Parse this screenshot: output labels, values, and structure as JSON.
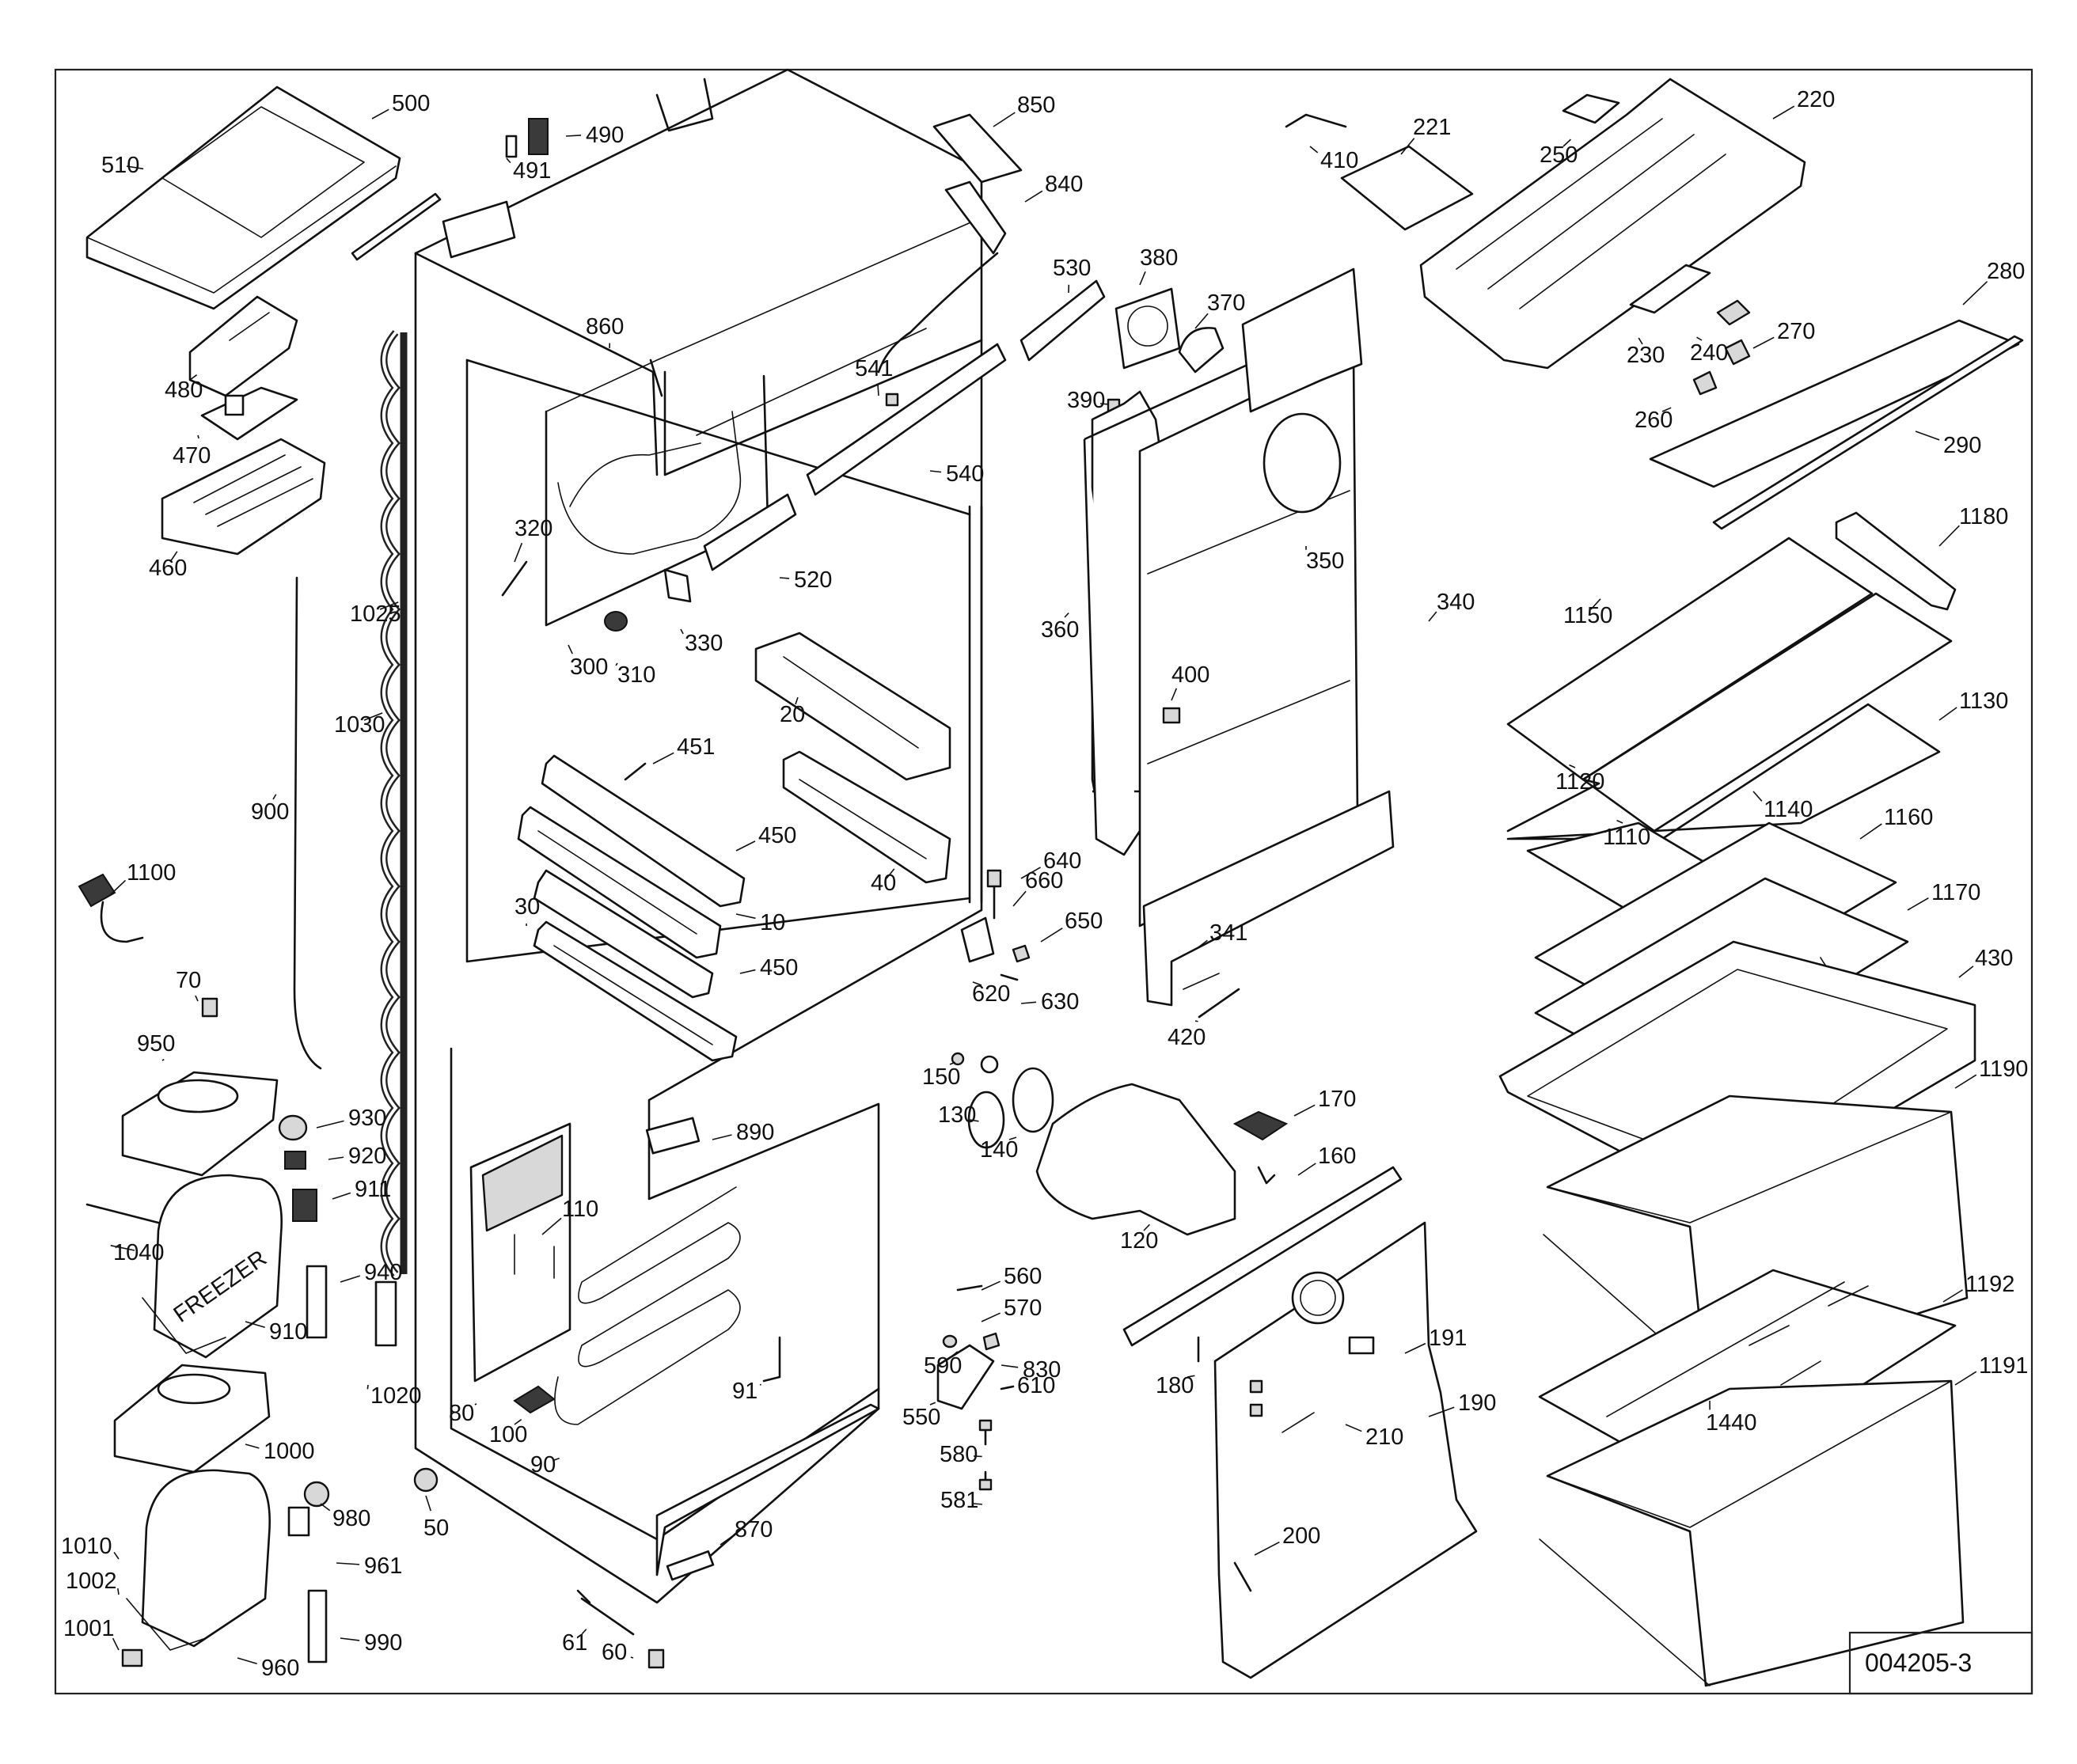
{
  "diagram": {
    "drawing_number": "004205-3",
    "compressor_label": "FREEZER",
    "part_labels": [
      "10",
      "20",
      "30",
      "40",
      "50",
      "60",
      "61",
      "70",
      "80",
      "90",
      "91",
      "100",
      "110",
      "120",
      "130",
      "140",
      "150",
      "160",
      "170",
      "180",
      "190",
      "191",
      "200",
      "210",
      "220",
      "221",
      "230",
      "240",
      "250",
      "260",
      "270",
      "280",
      "290",
      "300",
      "310",
      "320",
      "330",
      "340",
      "341",
      "350",
      "360",
      "370",
      "380",
      "390",
      "400",
      "410",
      "420",
      "430",
      "450",
      "450",
      "451",
      "460",
      "470",
      "480",
      "490",
      "491",
      "500",
      "510",
      "520",
      "530",
      "540",
      "541",
      "550",
      "560",
      "570",
      "580",
      "581",
      "590",
      "610",
      "620",
      "630",
      "640",
      "650",
      "660",
      "830",
      "840",
      "850",
      "860",
      "870",
      "890",
      "900",
      "910",
      "911",
      "920",
      "930",
      "940",
      "950",
      "960",
      "961",
      "980",
      "990",
      "1000",
      "1001",
      "1002",
      "1010",
      "1020",
      "1025",
      "1030",
      "1040",
      "1100",
      "1110",
      "1120",
      "1130",
      "1140",
      "1150",
      "1160",
      "1170",
      "1180",
      "1190",
      "1191",
      "1192",
      "1440"
    ]
  }
}
